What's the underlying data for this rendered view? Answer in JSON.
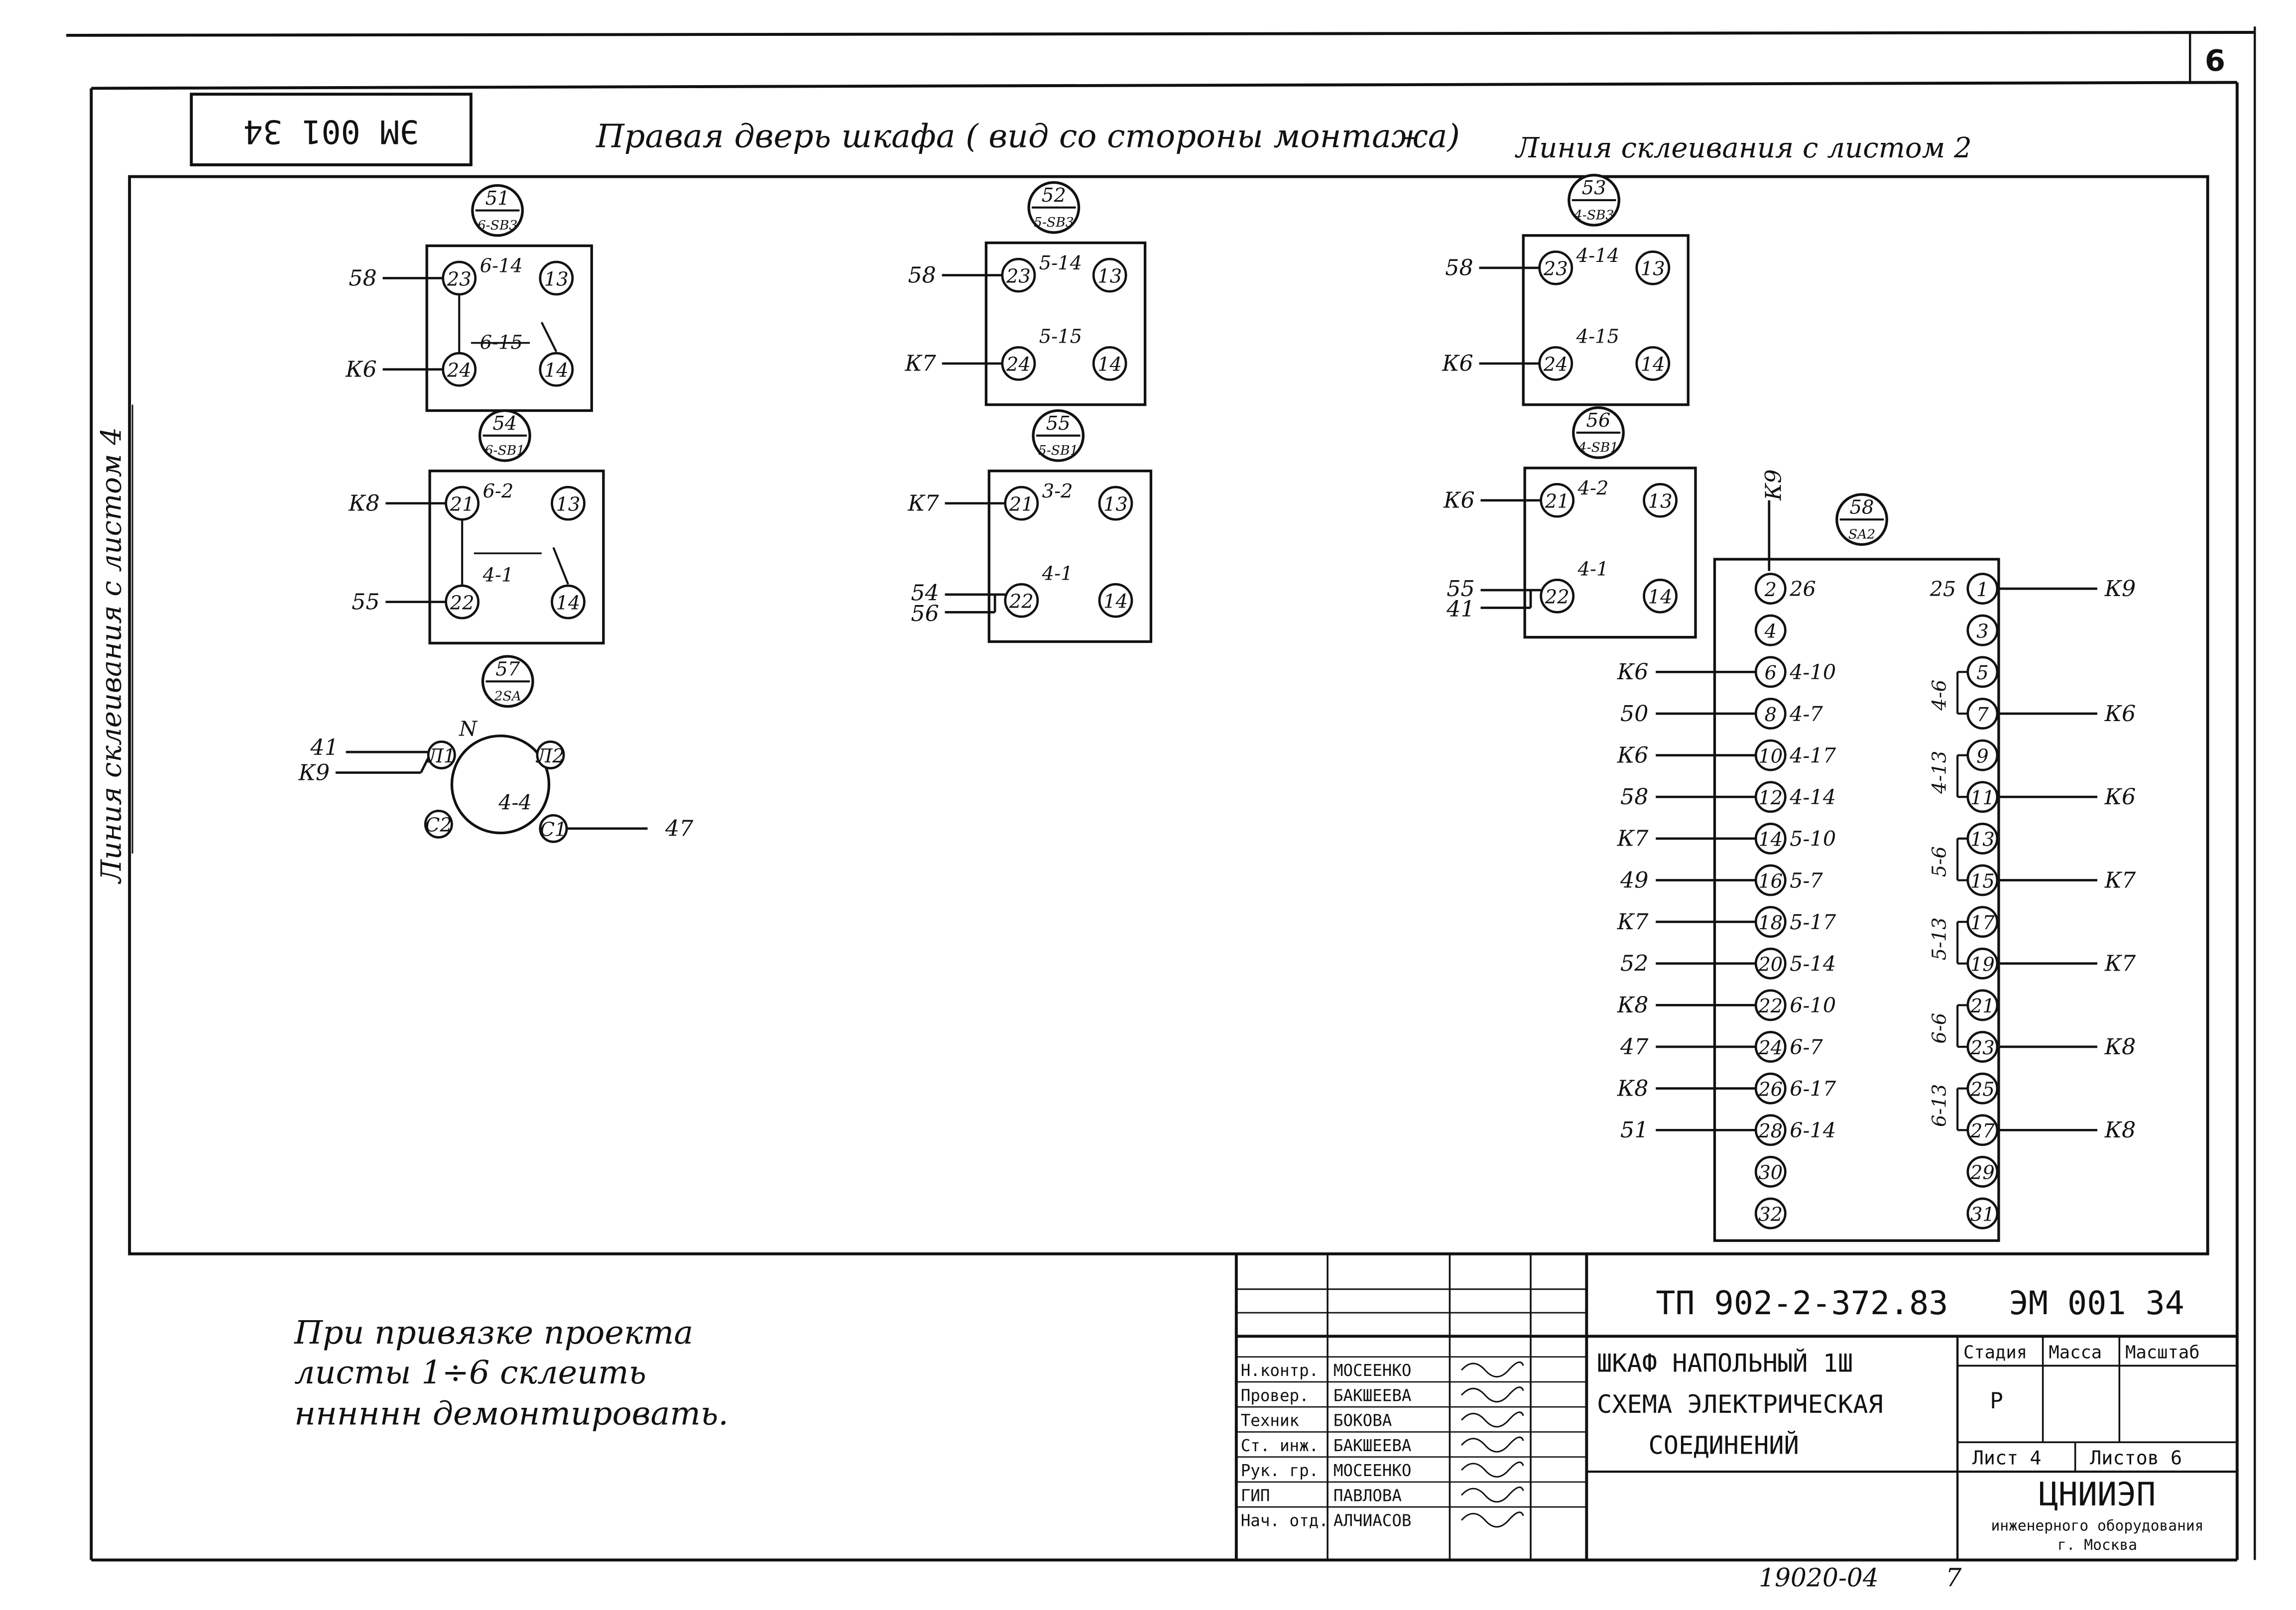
{
  "sheet_number": "6",
  "rotated_code": "ЭМ 001 34",
  "heading": "Правая дверь шкафа ( вид со стороны монтажа)",
  "glue_line_top": "Линия склеивания с листом 2",
  "glue_line_left": "Линия склеивания с листом 4",
  "note": [
    "При привязке проекта",
    "листы 1÷6 склеить",
    "нннннн демонтировать."
  ],
  "components": [
    {
      "tag_top": "51",
      "tag_bottom": "6-SB3",
      "terminals": [
        "23",
        "13",
        "24",
        "14"
      ],
      "pins": [
        "6-14",
        "6-15"
      ],
      "wires_left": [
        "58",
        "К6"
      ]
    },
    {
      "tag_top": "52",
      "tag_bottom": "5-SB3",
      "terminals": [
        "23",
        "13",
        "24",
        "14"
      ],
      "pins": [
        "5-14",
        "5-15"
      ],
      "wires_left": [
        "58",
        "К7"
      ]
    },
    {
      "tag_top": "53",
      "tag_bottom": "4-SB3",
      "terminals": [
        "23",
        "13",
        "24",
        "14"
      ],
      "pins": [
        "4-14",
        "4-15"
      ],
      "wires_left": [
        "58",
        "К6"
      ]
    },
    {
      "tag_top": "54",
      "tag_bottom": "6-SB1",
      "terminals": [
        "21",
        "13",
        "22",
        "14"
      ],
      "pins": [
        "6-2",
        "4-1"
      ],
      "wires_left": [
        "К8",
        "55"
      ]
    },
    {
      "tag_top": "55",
      "tag_bottom": "5-SB1",
      "terminals": [
        "21",
        "13",
        "22",
        "14"
      ],
      "pins": [
        "3-2",
        "4-1"
      ],
      "wires_left": [
        "К7",
        "54",
        "56"
      ]
    },
    {
      "tag_top": "56",
      "tag_bottom": "4-SB1",
      "terminals": [
        "21",
        "13",
        "22",
        "14"
      ],
      "pins": [
        "4-2",
        "4-1"
      ],
      "wires_left": [
        "К6",
        "55",
        "41"
      ]
    }
  ],
  "lamp": {
    "tag_top": "57",
    "tag_bottom": "2SA",
    "label_n": "N",
    "center": "4-4",
    "terminals": [
      "Л1",
      "Л2",
      "С2",
      "С1"
    ],
    "wires": [
      "41",
      "К9",
      "47"
    ]
  },
  "switch58": {
    "tag_top": "58",
    "tag_bottom": "SA2",
    "top_wire": "К9",
    "left": [
      {
        "t": "2",
        "pin": "26",
        "wire": ""
      },
      {
        "t": "4",
        "pin": "",
        "wire": ""
      },
      {
        "t": "6",
        "pin": "4-10",
        "wire": "К6"
      },
      {
        "t": "8",
        "pin": "4-7",
        "wire": "50"
      },
      {
        "t": "10",
        "pin": "4-17",
        "wire": "К6"
      },
      {
        "t": "12",
        "pin": "4-14",
        "wire": "58"
      },
      {
        "t": "14",
        "pin": "5-10",
        "wire": "К7"
      },
      {
        "t": "16",
        "pin": "5-7",
        "wire": "49"
      },
      {
        "t": "18",
        "pin": "5-17",
        "wire": "К7"
      },
      {
        "t": "20",
        "pin": "5-14",
        "wire": "52"
      },
      {
        "t": "22",
        "pin": "6-10",
        "wire": "К8"
      },
      {
        "t": "24",
        "pin": "6-7",
        "wire": "47"
      },
      {
        "t": "26",
        "pin": "6-17",
        "wire": "К8"
      },
      {
        "t": "28",
        "pin": "6-14",
        "wire": "51"
      },
      {
        "t": "30",
        "pin": "",
        "wire": ""
      },
      {
        "t": "32",
        "pin": "",
        "wire": ""
      }
    ],
    "right": [
      {
        "t": "1",
        "pin": "25",
        "wire": "К9"
      },
      {
        "t": "3",
        "pin": "",
        "wire": ""
      },
      {
        "t": "5",
        "pin": "",
        "wire": ""
      },
      {
        "t": "7",
        "pin": "",
        "wire": "К6"
      },
      {
        "t": "9",
        "pin": "",
        "wire": ""
      },
      {
        "t": "11",
        "pin": "",
        "wire": "К6"
      },
      {
        "t": "13",
        "pin": "",
        "wire": ""
      },
      {
        "t": "15",
        "pin": "",
        "wire": "К7"
      },
      {
        "t": "17",
        "pin": "",
        "wire": ""
      },
      {
        "t": "19",
        "pin": "",
        "wire": "К7"
      },
      {
        "t": "21",
        "pin": "",
        "wire": ""
      },
      {
        "t": "23",
        "pin": "",
        "wire": "К8"
      },
      {
        "t": "25",
        "pin": "",
        "wire": ""
      },
      {
        "t": "27",
        "pin": "",
        "wire": "К8"
      },
      {
        "t": "29",
        "pin": "",
        "wire": ""
      },
      {
        "t": "31",
        "pin": "",
        "wire": ""
      }
    ],
    "bridges": [
      "4-6",
      "4-13",
      "5-6",
      "5-13",
      "6-6",
      "6-13"
    ]
  },
  "title_block": {
    "project_code": "ТП 902-2-372.83",
    "drawing_code": "ЭМ 001 34",
    "title_lines": [
      "ШКАФ НАПОЛЬНЫЙ 1Ш",
      "СХЕМА ЭЛЕКТРИЧЕСКАЯ",
      "СОЕДИНЕНИЙ"
    ],
    "col_stage": "Стадия",
    "col_mass": "Масса",
    "col_scale": "Масштаб",
    "stage_value": "Р",
    "sheet_label": "Лист 4",
    "sheets_label": "Листов 6",
    "org_name": "ЦНИИЭП",
    "org_line2": "инженерного оборудования",
    "org_line3": "г. Москва",
    "signatures": [
      {
        "role": "Н.контр.",
        "name": "МОСЕЕНКО"
      },
      {
        "role": "Провер.",
        "name": "БАКШЕЕВА"
      },
      {
        "role": "Техник",
        "name": "БОКОВА"
      },
      {
        "role": "Ст. инж.",
        "name": "БАКШЕЕВА"
      },
      {
        "role": "Рук. гр.",
        "name": "МОСЕЕНКО"
      },
      {
        "role": "ГИП",
        "name": "ПАВЛОВА"
      },
      {
        "role": "Нач. отд.",
        "name": "АЛЧИАСОВ"
      }
    ]
  },
  "footer_code": "19020-04",
  "footer_sheet": "7"
}
